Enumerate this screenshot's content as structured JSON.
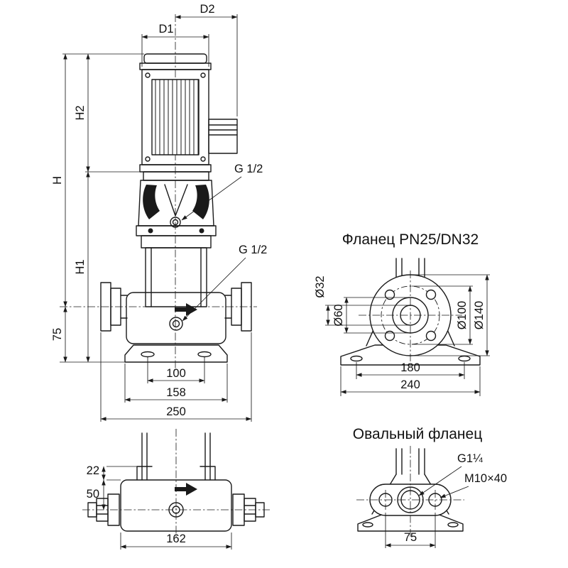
{
  "drawing_title": "Vertical multistage pump dimensional drawing",
  "colors": {
    "line": "#1a1a1a",
    "background": "#ffffff"
  },
  "main_view": {
    "labels": {
      "d1": "D1",
      "d2": "D2",
      "h": "H",
      "h1": "H1",
      "h2": "H2",
      "height_75": "75",
      "width_100": "100",
      "width_158": "158",
      "width_250": "250",
      "vent_plug": "G 1/2",
      "drain_plug": "G 1/2"
    }
  },
  "flange_view": {
    "title": "Фланец PN25/DN32",
    "labels": {
      "bore": "Ø32",
      "raised_face": "Ø60",
      "bolt_circle": "Ø100",
      "outer_diameter": "Ø140",
      "foot_hole_spacing": "180",
      "base_width": "240"
    }
  },
  "section_view": {
    "labels": {
      "offset_22": "22",
      "height_50": "50",
      "width_162": "162"
    }
  },
  "oval_flange_view": {
    "title": "Овальный фланец",
    "labels": {
      "thread": "G1¼",
      "bolt": "M10×40",
      "bolt_spacing": "75"
    }
  }
}
